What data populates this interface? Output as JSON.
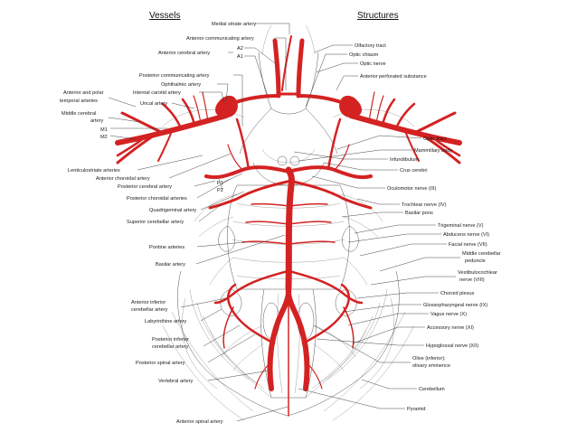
{
  "headers": {
    "vessels": "Vessels",
    "structures": "Structures"
  },
  "vessels": [
    "Medial striate artery",
    "Anterior communicating artery",
    "Anterior cerebral artery",
    "A2",
    "A1",
    "Posterior communicating artery",
    "Ophthalmic artery",
    "Internal carotid artery",
    "Anterior and polar",
    "temporal arteries",
    "Uncal artery",
    "Middle cerebral",
    "artery",
    "M1",
    "M2",
    "Lenticulostriate arteries",
    "Anterior choroidal artery",
    "Posterior cerebral artery",
    "P1",
    "P2",
    "Posterior choroidal arteries",
    "Quadrigeminal artery",
    "Superior cerebellar artery",
    "Pontine arteries",
    "Basilar artery",
    "Anterior inferior",
    "cerebellar artery",
    "Labyrinthine artery",
    "Posterior inferior",
    "cerebellar artery",
    "Posterior spinal artery",
    "Vertebral artery",
    "Anterior spinal artery"
  ],
  "structures": [
    "Olfactory tract",
    "Optic chiasm",
    "Optic nerve",
    "Anterior perforated substance",
    "Optic tract",
    "Mammillary body",
    "Infundibulum",
    "Crus cerebri",
    "Oculomotor nerve (III)",
    "Trochlear nerve (IV)",
    "Basilar pons",
    "Trigeminal nerve (V)",
    "Abducens nerve (VI)",
    "Facial nerve (VII)",
    "Middle cerebellar",
    "peduncle",
    "Vestibulocochlear",
    "nerve (VIII)",
    "Choroid plexus",
    "Glossopharyngeal nerve (IX)",
    "Vagus nerve (X)",
    "Accessory nerve (XI)",
    "Hypoglossal nerve (XII)",
    "Olive (inferior);",
    "olivary eminence",
    "Cerebellum",
    "Pyramid"
  ],
  "colors": {
    "artery": "#d42222",
    "outline": "#555555",
    "text": "#1a1a1a"
  }
}
